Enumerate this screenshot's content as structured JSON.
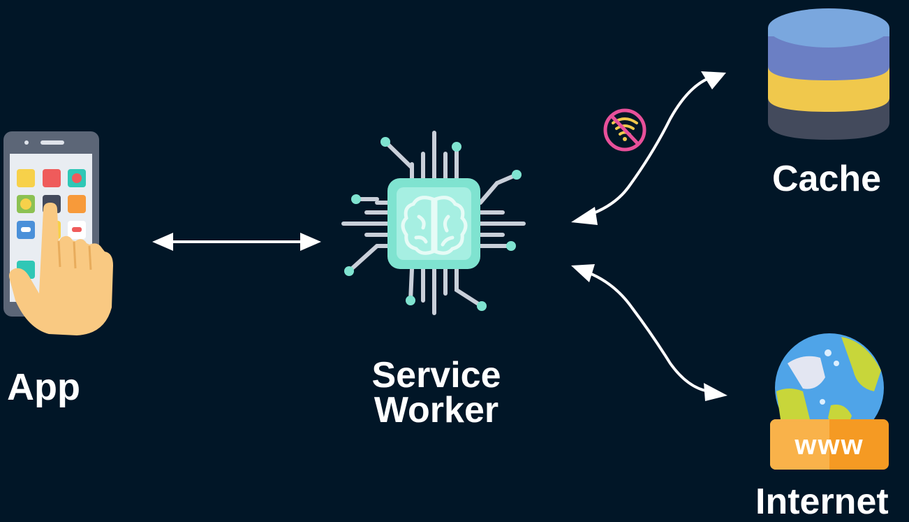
{
  "nodes": {
    "app": {
      "label": "App",
      "icon": "smartphone-touch-icon"
    },
    "service_worker": {
      "label_line1": "Service",
      "label_line2": "Worker",
      "icon": "brain-chip-icon"
    },
    "cache": {
      "label": "Cache",
      "icon": "database-icon"
    },
    "internet": {
      "label": "Internet",
      "icon": "globe-www-icon",
      "badge_text": "www"
    }
  },
  "annotations": {
    "offline_icon": "no-wifi-icon"
  },
  "colors": {
    "background": "#011627",
    "arrow": "#ffffff",
    "chip": "#7fe3d0",
    "offline": "#e8509a",
    "db_top": "#7aa7de",
    "db_band2": "#6b7fc4",
    "db_band3": "#f0c84c",
    "db_bottom": "#434a5c",
    "globe_water": "#4fa4e8",
    "globe_land": "#c8d63a",
    "www_badge": "#f59a23"
  }
}
